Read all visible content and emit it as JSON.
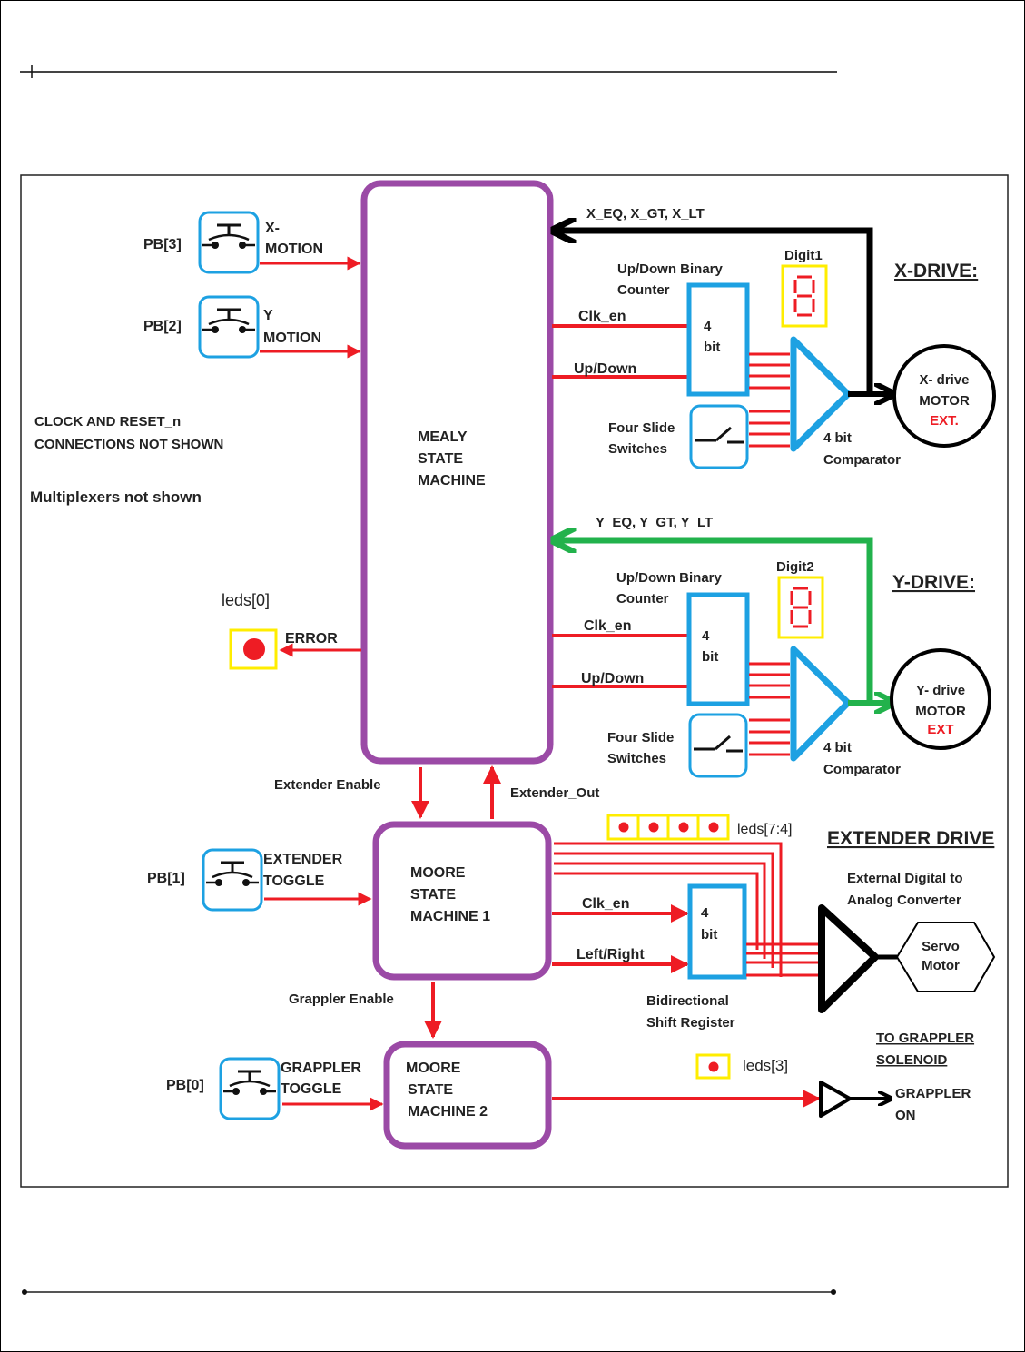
{
  "document": {
    "header_rule": "horizontal-rule",
    "footer_rule": "horizontal-rule"
  },
  "diagram": {
    "notes": {
      "clock_line1": "CLOCK AND RESET_n",
      "clock_line2": "CONNECTIONS NOT SHOWN",
      "mux": "Multiplexers not shown"
    },
    "inputs": [
      {
        "pb": "PB[3]",
        "line1": "X-",
        "line2": "MOTION"
      },
      {
        "pb": "PB[2]",
        "line1": "Y",
        "line2": "MOTION"
      },
      {
        "pb": "PB[1]",
        "line1": "EXTENDER",
        "line2": "TOGGLE"
      },
      {
        "pb": "PB[0]",
        "line1": "GRAPPLER",
        "line2": "TOGGLE"
      }
    ],
    "mealy": {
      "line1": "MEALY",
      "line2": "STATE",
      "line3": "MACHINE"
    },
    "moore1": {
      "line1": "MOORE",
      "line2": "STATE",
      "line3": "MACHINE 1"
    },
    "moore2": {
      "line1": "MOORE",
      "line2": "STATE",
      "line3": "MACHINE  2"
    },
    "error": {
      "led_label": "leds[0]",
      "signal": "ERROR"
    },
    "x_drive": {
      "title": "X-DRIVE:",
      "feedback": "X_EQ, X_GT, X_LT",
      "counter_line1": "Up/Down Binary",
      "counter_line2": "Counter",
      "clk_en": "Clk_en",
      "up_down": "Up/Down",
      "bits_line1": "4",
      "bits_line2": "bit",
      "digit": "Digit1",
      "switches_line1": "Four Slide",
      "switches_line2": "Switches",
      "comparator_line1": "4 bit",
      "comparator_line2": "Comparator",
      "motor_line1": "X- drive",
      "motor_line2": "MOTOR",
      "motor_line3": "EXT."
    },
    "y_drive": {
      "title": "Y-DRIVE:",
      "feedback": "Y_EQ, Y_GT, Y_LT",
      "counter_line1": "Up/Down Binary",
      "counter_line2": "Counter",
      "clk_en": "Clk_en",
      "up_down": "Up/Down",
      "bits_line1": "4",
      "bits_line2": "bit",
      "digit": "Digit2",
      "switches_line1": "Four Slide",
      "switches_line2": "Switches",
      "comparator_line1": "4 bit",
      "comparator_line2": "Comparator",
      "motor_line1": "Y- drive",
      "motor_line2": "MOTOR",
      "motor_line3": "EXT"
    },
    "extender": {
      "enable": "Extender Enable",
      "out": "Extender_Out",
      "title": "EXTENDER DRIVE",
      "leds": "leds[7:4]",
      "clk_en": "Clk_en",
      "left_right": "Left/Right",
      "bits_line1": "4",
      "bits_line2": "bit",
      "shift_line1": "Bidirectional",
      "shift_line2": "Shift Register",
      "dac_line1": "External Digital to",
      "dac_line2": "Analog Converter",
      "servo_line1": "Servo",
      "servo_line2": "Motor"
    },
    "grappler": {
      "enable": "Grappler Enable",
      "led": "leds[3]",
      "title_line1": "TO GRAPPLER",
      "title_line2": "SOLENOID",
      "out_line1": "GRAPPLER",
      "out_line2": "ON"
    },
    "colors": {
      "state_machine": "#9b4aa6",
      "component": "#1da1e2",
      "signal": "#ee1c24",
      "x_feedback": "#000000",
      "y_feedback": "#22b24c",
      "led_frame": "#ffed00"
    }
  }
}
